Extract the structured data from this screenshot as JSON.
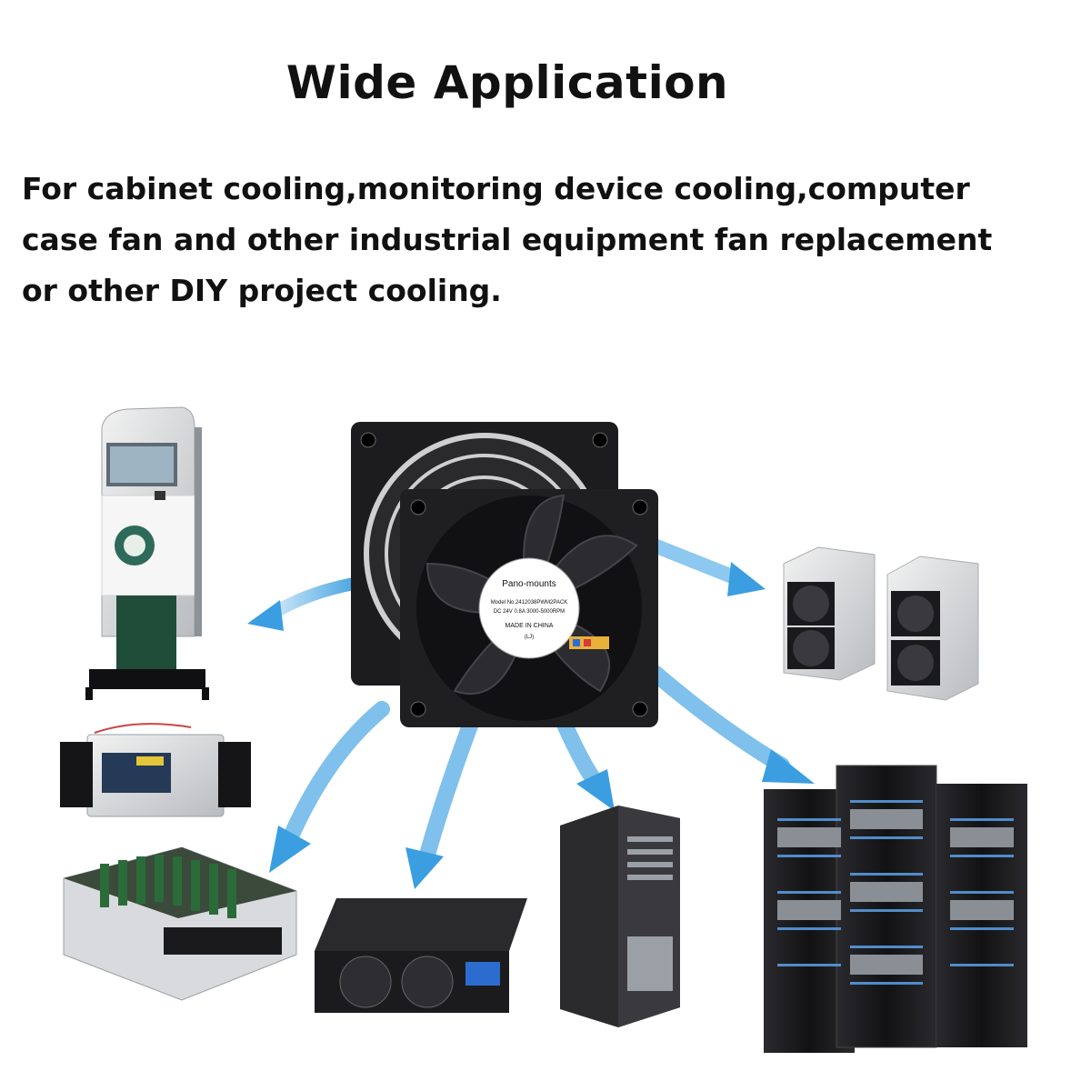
{
  "heading": "Wide Application",
  "description": {
    "line1": "For cabinet cooling,monitoring device cooling,computer",
    "line2": "case fan and other industrial equipment fan replacement",
    "line3": "or other DIY project cooling."
  },
  "fan_label": {
    "brand": "Pano-mounts",
    "model": "Model No.2412038PWM2PACK",
    "spec": "DC 24V 0.8A 3000-5000RPM",
    "origin": "MADE IN CHINA",
    "code": "(LJ)"
  },
  "colors": {
    "arrow": "#4aa6e0",
    "fan_body": "#1c1c1e",
    "server_dark": "#1a1a1d",
    "kiosk_green": "#1f4d3a"
  }
}
